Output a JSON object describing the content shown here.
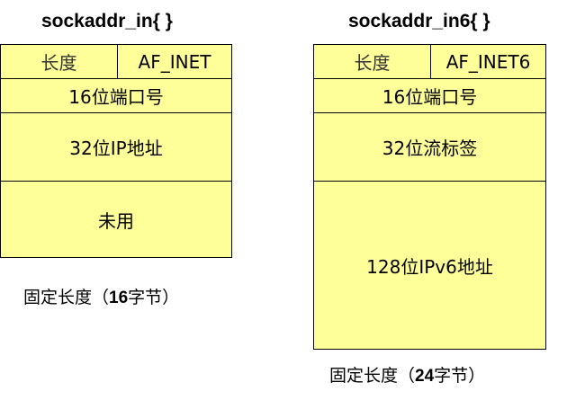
{
  "left": {
    "title": "sockaddr_in{ }",
    "length": "长度",
    "family": "AF_INET",
    "port": "16位端口号",
    "addr": "32位IP地址",
    "unused": "未用",
    "caption_pre": "固定长度（",
    "caption_num": "16",
    "caption_post": "字节）"
  },
  "right": {
    "title": "sockaddr_in6{ }",
    "length": "长度",
    "family": "AF_INET6",
    "port": "16位端口号",
    "flow": "32位流标签",
    "addr": "128位IPv6地址",
    "caption_pre": "固定长度（",
    "caption_num": "24",
    "caption_post": "字节）"
  },
  "colors": {
    "fill": "#FFFF99"
  }
}
